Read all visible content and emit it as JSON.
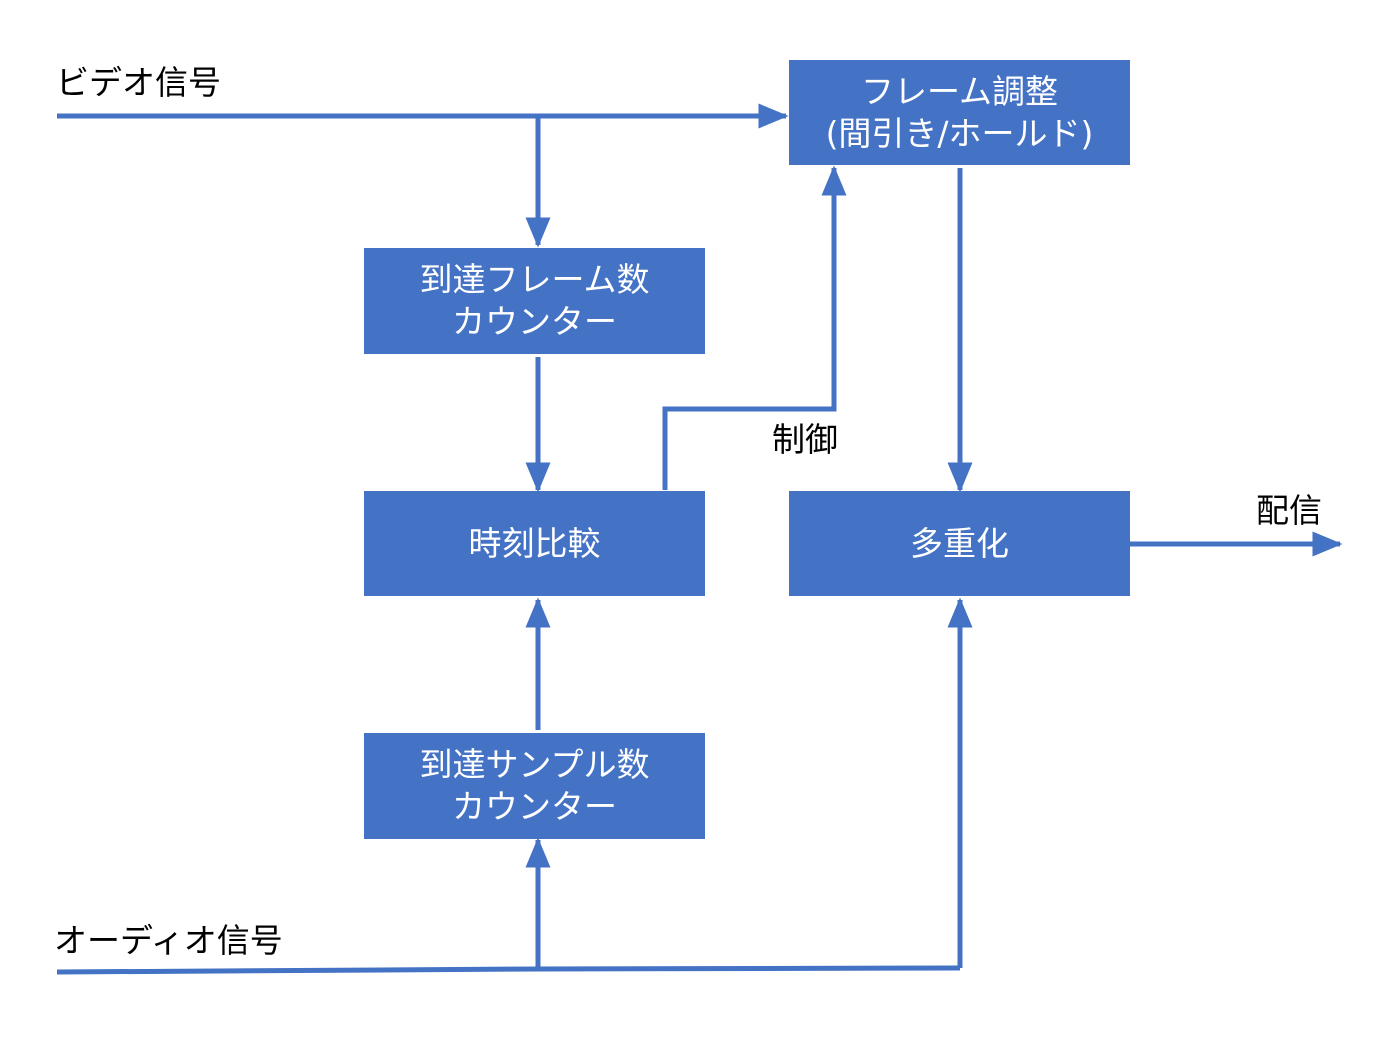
{
  "colors": {
    "box_fill": "#4472c4",
    "box_text": "#ffffff",
    "connector": "#4472c4",
    "label_text": "#000000",
    "background": "#ffffff"
  },
  "labels": {
    "video_signal": "ビデオ信号",
    "audio_signal": "オーディオ信号",
    "control": "制御",
    "output": "配信"
  },
  "blocks": {
    "frame_adjust": {
      "line1": "フレーム調整",
      "line2": "(間引き/ホールド)"
    },
    "frame_counter": {
      "line1": "到達フレーム数",
      "line2": "カウンター"
    },
    "time_compare": {
      "line1": "時刻比較"
    },
    "multiplex": {
      "line1": "多重化"
    },
    "sample_counter": {
      "line1": "到達サンプル数",
      "line2": "カウンター"
    }
  }
}
